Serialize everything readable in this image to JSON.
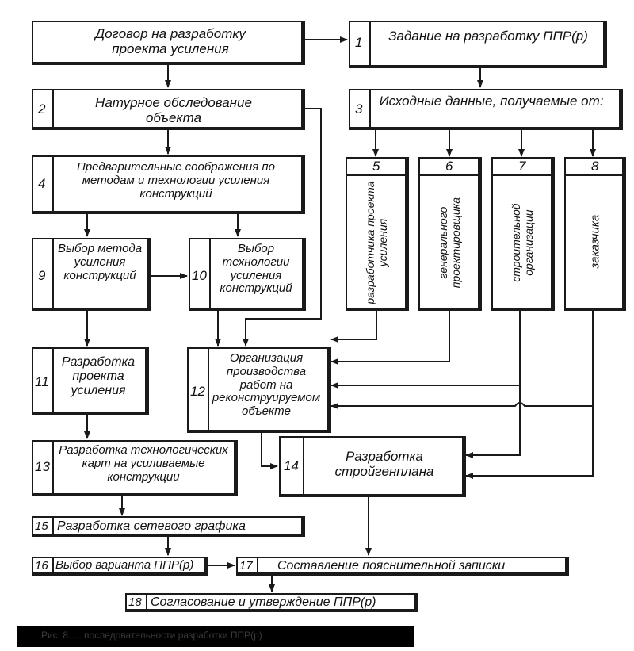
{
  "boxes": {
    "b0": {
      "label": "Договор на разработку проекта усиления"
    },
    "b1": {
      "num": "1",
      "label": "Задание на разработку ППР(р)"
    },
    "b2": {
      "num": "2",
      "label": "Натурное обследование объекта"
    },
    "b3": {
      "num": "3",
      "label": "Исходные данные, получаемые от:"
    },
    "b4": {
      "num": "4",
      "label": "Предварительные соображения по методам и технологии усиления конструкций"
    },
    "b5": {
      "num": "5",
      "label": "разработчика проекта усиления"
    },
    "b6": {
      "num": "6",
      "label": "генерального проектировщика"
    },
    "b7": {
      "num": "7",
      "label": "строительной организации"
    },
    "b8": {
      "num": "8",
      "label": "заказчика"
    },
    "b9": {
      "num": "9",
      "label": "Выбор метода усиления конструкций"
    },
    "b10": {
      "num": "10",
      "label": "Выбор технологии усиления конструкций"
    },
    "b11": {
      "num": "11",
      "label": "Разработка проекта усиления"
    },
    "b12": {
      "num": "12",
      "label": "Организация производства работ на реконструируемом объекте"
    },
    "b13": {
      "num": "13",
      "label": "Разработка технологических карт на усиливаемые конструкции"
    },
    "b14": {
      "num": "14",
      "label": "Разработка стройгенплана"
    },
    "b15": {
      "num": "15",
      "label": "Разработка сетевого графика"
    },
    "b16": {
      "num": "16",
      "label": "Выбор варианта ППР(р)"
    },
    "b17": {
      "num": "17",
      "label": "Составление пояснительной записки"
    },
    "b18": {
      "num": "18",
      "label": "Согласование и утверждение ППР(р)"
    }
  },
  "caption": "Рис. 8. ... последовательности разработки ППР(р)",
  "colors": {
    "ink": "#1a1a1a",
    "background": "#ffffff",
    "caption_bar": "#000000"
  }
}
